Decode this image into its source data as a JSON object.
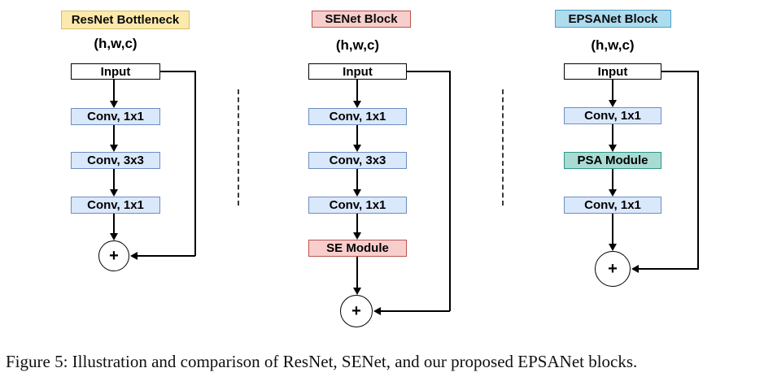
{
  "figure": {
    "caption": "Figure 5: Illustration and comparison of ResNet, SENet, and our proposed EPSANet blocks."
  },
  "columns": [
    {
      "id": "resnet",
      "title": "ResNet Bottleneck",
      "shape_label": "(h,w,c)",
      "input_label": "Input",
      "nodes": [
        {
          "label": "Conv, 1x1",
          "type": "conv"
        },
        {
          "label": "Conv, 3x3",
          "type": "conv"
        },
        {
          "label": "Conv, 1x1",
          "type": "conv"
        }
      ],
      "sum_label": "+"
    },
    {
      "id": "senet",
      "title": "SENet Block",
      "shape_label": "(h,w,c)",
      "input_label": "Input",
      "nodes": [
        {
          "label": "Conv, 1x1",
          "type": "conv"
        },
        {
          "label": "Conv, 3x3",
          "type": "conv"
        },
        {
          "label": "Conv, 1x1",
          "type": "conv"
        },
        {
          "label": "SE Module",
          "type": "se"
        }
      ],
      "sum_label": "+"
    },
    {
      "id": "epsanet",
      "title": "EPSANet Block",
      "shape_label": "(h,w,c)",
      "input_label": "Input",
      "nodes": [
        {
          "label": "Conv, 1x1",
          "type": "conv"
        },
        {
          "label": "PSA Module",
          "type": "psa"
        },
        {
          "label": "Conv, 1x1",
          "type": "conv"
        }
      ],
      "sum_label": "+"
    }
  ],
  "colors": {
    "background": "#FFFFFF",
    "conv_fill": "#DAE8FC",
    "conv_border": "#6C8EBF",
    "resnet_title_fill": "#FCE9AC",
    "resnet_title_border": "#D8BC6E",
    "senet_fill": "#F8CECC",
    "senet_border": "#B85450",
    "epsanet_title_fill": "#AEDCEF",
    "epsanet_title_border": "#4D9DC7",
    "psa_fill": "#A9DBD3",
    "psa_border": "#2D9687",
    "line_color": "#000000"
  }
}
